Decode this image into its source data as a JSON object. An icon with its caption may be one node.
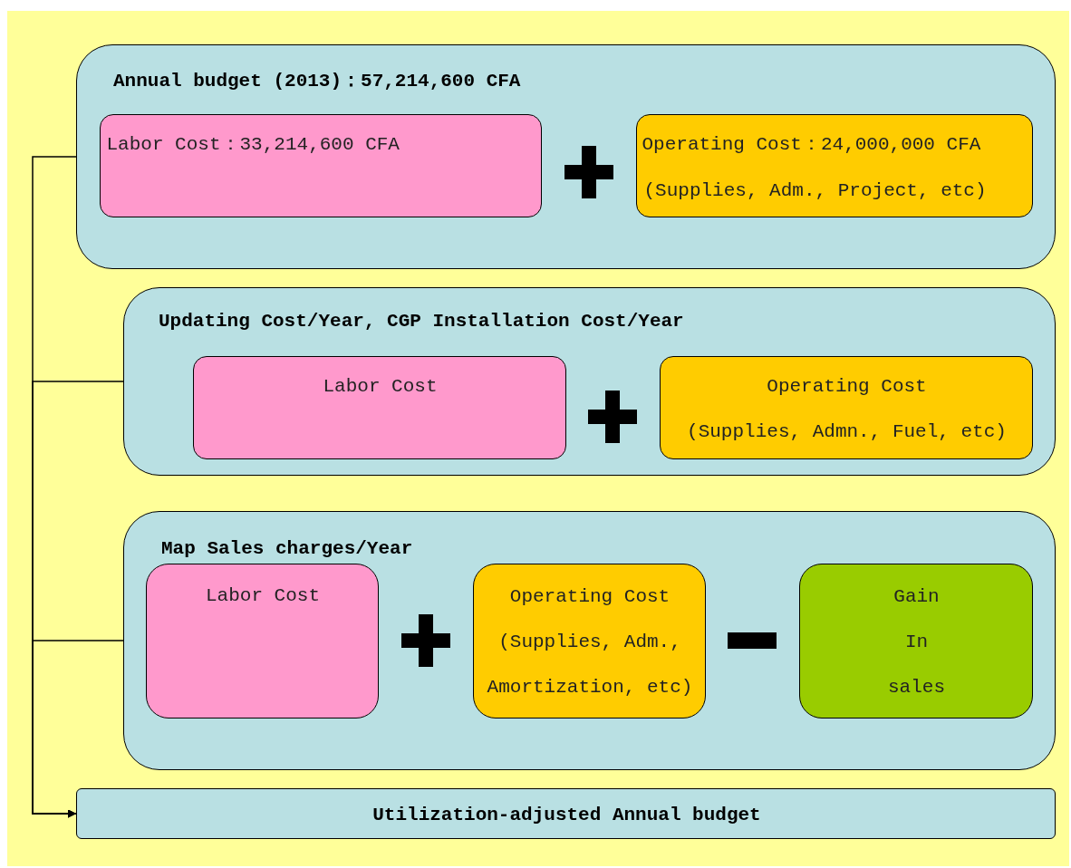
{
  "diagram": {
    "nodes": [
      {
        "text": [
          "Annual budget (2013)：57,214,600 CFA"
        ]
      },
      {
        "text": [
          "Labor Cost：33,214,600 CFA"
        ],
        "in": 0
      },
      {
        "text": [
          "Operating Cost：24,000,000 CFA",
          "(Supplies, Adm., Project, etc)"
        ],
        "in": 0
      },
      {
        "text": [
          "Updating Cost/Year, CGP Installation Cost/Year"
        ]
      },
      {
        "text": [
          "Labor Cost"
        ],
        "in": 3
      },
      {
        "text": [
          "Operating Cost",
          "(Supplies, Admn., Fuel, etc)"
        ],
        "in": 3
      },
      {
        "text": [
          "Map Sales charges/Year"
        ]
      },
      {
        "text": [
          "Labor Cost"
        ],
        "in": 6
      },
      {
        "text": [
          "Operating Cost",
          "(Supplies, Adm., Amortization, etc)"
        ],
        "in": 6
      },
      {
        "text": [
          "Gain In sales"
        ],
        "in": 6
      },
      {
        "text": [
          "Utilization-adjusted Annual budget"
        ]
      }
    ],
    "edges": [
      {
        "from": 0,
        "to": 10,
        "arrow": "to"
      },
      {
        "from": 3,
        "to": 10,
        "arrow": "to"
      },
      {
        "from": 6,
        "to": 10,
        "arrow": "to"
      }
    ]
  }
}
